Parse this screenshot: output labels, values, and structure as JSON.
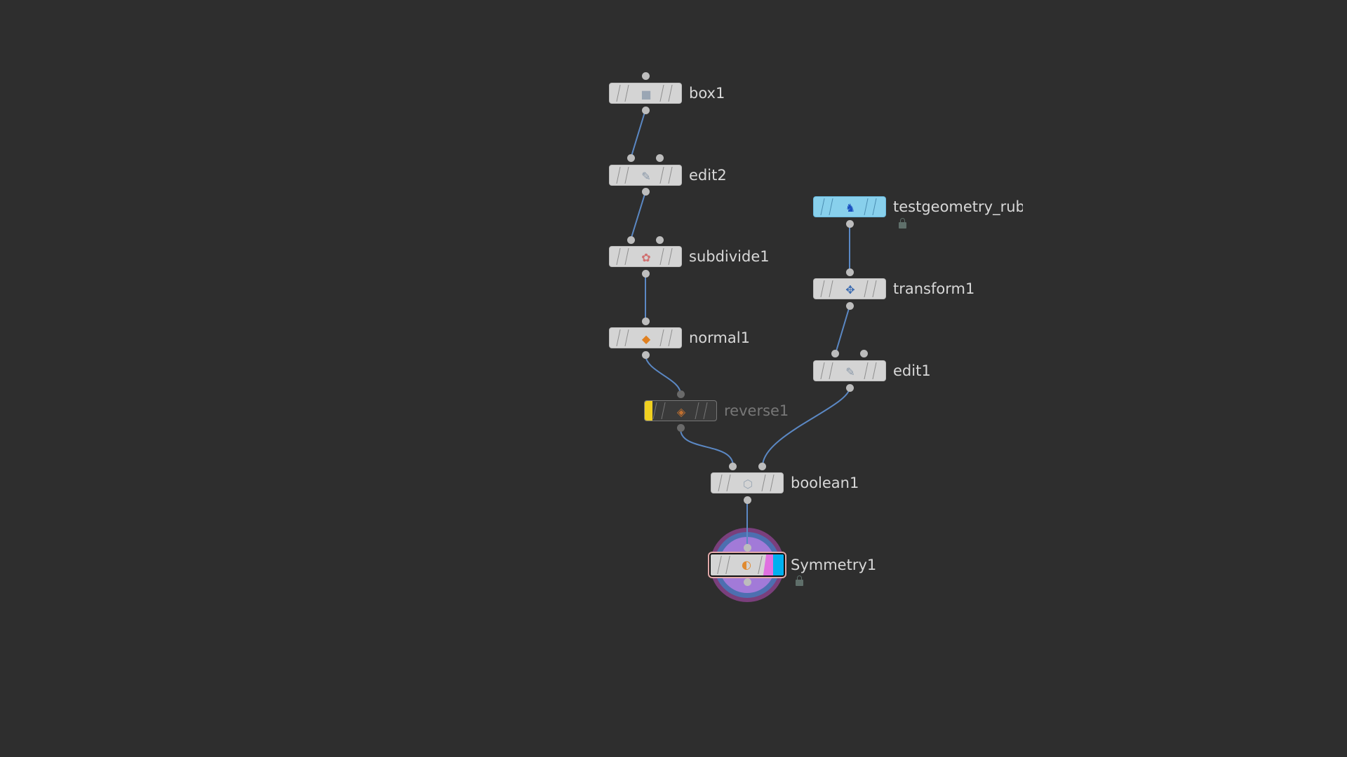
{
  "nodes": {
    "box1": {
      "label": "box1",
      "icon": "box-icon"
    },
    "edit2": {
      "label": "edit2",
      "icon": "edit-icon"
    },
    "subdivide1": {
      "label": "subdivide1",
      "icon": "subdivide-icon"
    },
    "normal1": {
      "label": "normal1",
      "icon": "normal-icon"
    },
    "reverse1": {
      "label": "reverse1",
      "icon": "reverse-icon",
      "bypassed": true
    },
    "boolean1": {
      "label": "boolean1",
      "icon": "boolean-icon"
    },
    "symmetry1": {
      "label": "Symmetry1",
      "icon": "symmetry-icon",
      "display_flag": true,
      "locked": true
    },
    "testgeometry": {
      "label": "testgeometry_rubb",
      "icon": "rubbertoy-icon",
      "locked": true
    },
    "transform1": {
      "label": "transform1",
      "icon": "transform-icon"
    },
    "edit1": {
      "label": "edit1",
      "icon": "edit-icon"
    }
  },
  "colors": {
    "background": "#2e2e2e",
    "wire": "#5b88c4",
    "bypass": "#f0d020",
    "template": "#e070e0",
    "display": "#00b0f0",
    "testgeometry": "#88d0ec"
  }
}
